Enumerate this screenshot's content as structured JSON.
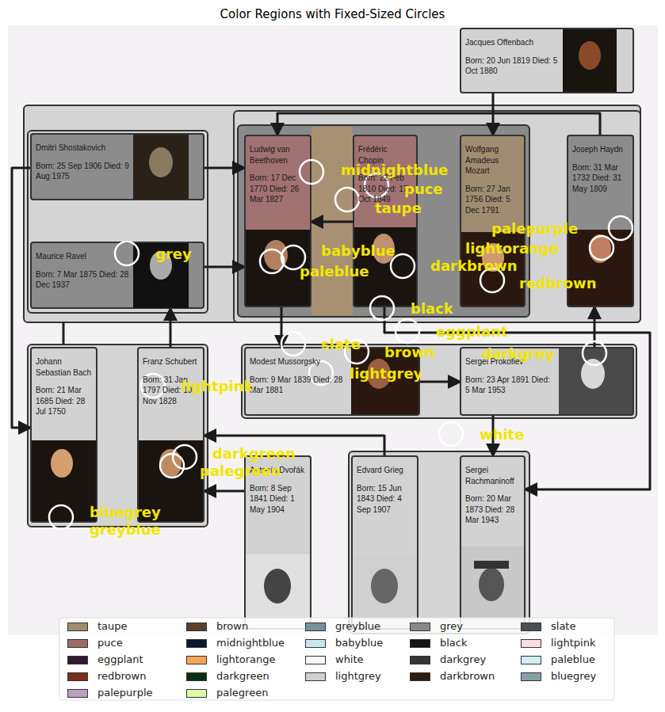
{
  "diagram": {
    "title": "Color Regions with Fixed-Sized Circles",
    "nodes": [
      {
        "text": [
          "Jacques Offenbach",
          "Born: 20 Jun 1819 Died: 5 Oct 1880"
        ]
      },
      {
        "text": [
          "Dmitri Shostakovich",
          "Born: 25 Sep 1906 Died: 9 Aug 1975"
        ]
      },
      {
        "text": [
          "Ludwig van Beethoven",
          "Born: 17 Dec 1770 Died: 26 Mar 1827"
        ]
      },
      {
        "text": [
          "Frédéric Chopin",
          "Born: 22 Feb 1810 Died: 17 Oct 1849"
        ]
      },
      {
        "text": [
          "Wolfgang Amadeus Mozart",
          "Born: 27 Jan 1756 Died: 5 Dec 1791"
        ]
      },
      {
        "text": [
          "Joseph Haydn",
          "Born: 31 Mar 1732 Died: 31 May 1809"
        ]
      },
      {
        "text": [
          "Maurice Ravel",
          "Born: 7 Mar 1875 Died: 28 Dec 1937"
        ]
      },
      {
        "text": [
          "Johann Sebastian Bach",
          "Born: 21 Mar 1685 Died: 28 Jul 1750"
        ]
      },
      {
        "text": [
          "Franz Schubert",
          "Born: 31 Jan 1797 Died: 19 Nov 1828"
        ]
      },
      {
        "text": [
          "Modest Mussorgsky",
          "Born: 9 Mar 1839 Died: 28 Mar 1881"
        ]
      },
      {
        "text": [
          "Sergei Prokofiev",
          "Born: 23 Apr 1891 Died: 5 Mar 1953"
        ]
      },
      {
        "text": [
          "Antonín Dvořák",
          "Born: 8 Sep 1841 Died: 1 May 1904"
        ]
      },
      {
        "text": [
          "Edvard Grieg",
          "Born: 15 Jun 1843 Died: 4 Sep 1907"
        ]
      },
      {
        "text": [
          "Sergei Rachmaninoff",
          "Born: 20 Mar 1873 Died: 28 Mar 1943"
        ]
      }
    ],
    "edges": [
      {
        "from": 0,
        "to": 4,
        "arrow": "to"
      },
      {
        "from": 5,
        "to": 2,
        "arrow": "to"
      },
      {
        "from": 3,
        "to": 2,
        "arrow": "to"
      },
      {
        "from": 1,
        "to": 2,
        "arrow": "to"
      },
      {
        "from": 6,
        "to": 2,
        "arrow": "to"
      },
      {
        "from": 1,
        "to": 7,
        "arrow": "to"
      },
      {
        "from": 8,
        "to": 6,
        "arrow": "to"
      },
      {
        "from": 9,
        "to": 10,
        "arrow": "to"
      },
      {
        "from": 10,
        "to": 5,
        "arrow": "to"
      },
      {
        "from": 10,
        "to": 13,
        "arrow": "to"
      },
      {
        "from": 3,
        "to": 13,
        "arrow": "to"
      },
      {
        "from": 12,
        "to": 8,
        "arrow": "to"
      },
      {
        "from": 11,
        "to": 8,
        "arrow": "to"
      },
      {
        "from": 2,
        "to": 9,
        "arrow": "to"
      }
    ],
    "labels": [
      "midnightblue",
      "puce",
      "taupe",
      "palepurple",
      "lightorange",
      "darkbrown",
      "redbrown",
      "grey",
      "paleblue",
      "babyblue",
      "black",
      "eggplant",
      "slate",
      "brown",
      "lightgrey",
      "darkgrey",
      "lightpink",
      "white",
      "darkgreen",
      "palegreen",
      "bluegrey",
      "greyblue"
    ],
    "legend": [
      {
        "text": "taupe",
        "color": "#a08c6e"
      },
      {
        "text": "puce",
        "color": "#9e6b6a"
      },
      {
        "text": "eggplant",
        "color": "#2e1a2e"
      },
      {
        "text": "redbrown",
        "color": "#7a2e1a"
      },
      {
        "text": "palepurple",
        "color": "#b8a0c0"
      },
      {
        "text": "brown",
        "color": "#5c4028"
      },
      {
        "text": "midnightblue",
        "color": "#0a1a2e"
      },
      {
        "text": "lightorange",
        "color": "#f5a55a"
      },
      {
        "text": "darkgreen",
        "color": "#0a2e10"
      },
      {
        "text": "palegreen",
        "color": "#ddfaa8"
      },
      {
        "text": "greyblue",
        "color": "#7890a0"
      },
      {
        "text": "babyblue",
        "color": "#c8e8f0"
      },
      {
        "text": "white",
        "color": "#f8f8f8"
      },
      {
        "text": "lightgrey",
        "color": "#d0d0d0"
      },
      {
        "text": "grey",
        "color": "#888888"
      },
      {
        "text": "black",
        "color": "#141414"
      },
      {
        "text": "darkgrey",
        "color": "#353535"
      },
      {
        "text": "darkbrown",
        "color": "#2e1e10"
      },
      {
        "text": "slate",
        "color": "#4a5058"
      },
      {
        "text": "lightpink",
        "color": "#fcdce0"
      },
      {
        "text": "paleblue",
        "color": "#d0f0f4"
      },
      {
        "text": "bluegrey",
        "color": "#88a0a8"
      }
    ]
  }
}
